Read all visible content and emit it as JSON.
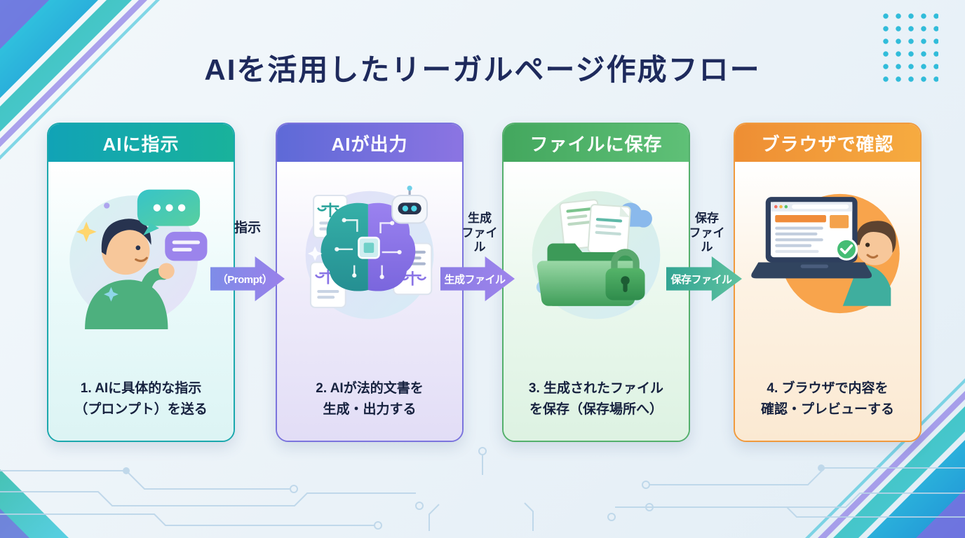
{
  "title": "AIを活用したリーガルページ作成フロー",
  "cards": [
    {
      "header": "AIに指示",
      "caption_line1": "1. AIに具体的な指示",
      "caption_line2": "（プロンプト）を送る",
      "accent_color": "#14a9ab",
      "illustration": "person-sending-prompt-chat-bubbles"
    },
    {
      "header": "AIが出力",
      "caption_line1": "2. AIが法的文書を",
      "caption_line2": "生成・出力する",
      "accent_color": "#7a6fe0",
      "illustration": "ai-circuit-brain-robot-legal-documents"
    },
    {
      "header": "ファイルに保存",
      "caption_line1": "3. 生成されたファイル",
      "caption_line2": "を保存（保存場所へ）",
      "accent_color": "#4fae68",
      "illustration": "folder-files-clouds-padlock"
    },
    {
      "header": "ブラウザで確認",
      "caption_line1": "4. ブラウザで内容を",
      "caption_line2": "確認・プレビューする",
      "accent_color": "#f19a3e",
      "illustration": "laptop-browser-checkmark-person"
    }
  ],
  "arrows": [
    {
      "top_label": "指示",
      "body_label": "（Prompt）",
      "color": "#8f7fe4"
    },
    {
      "top_label": "生成\nファイ\nル",
      "body_label": "生成ファイル",
      "color": "#8f7fe4"
    },
    {
      "top_label": "保存\nファイ\nル",
      "body_label": "保存ファイル",
      "color": "#3fae9b"
    }
  ],
  "colors": {
    "background": "#eef4f9",
    "title": "#1e2a5c",
    "corner_cyan": "#35d0e0",
    "corner_blue": "#1f8fd6",
    "corner_purple": "#8b7ce6",
    "circuit_line": "#b9d4e8"
  }
}
